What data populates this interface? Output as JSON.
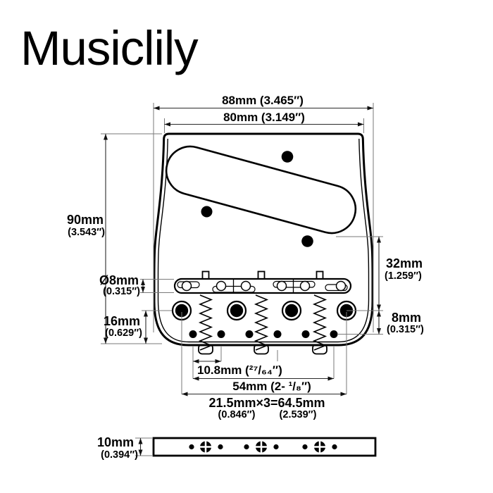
{
  "brand": {
    "logo": "Musiclily"
  },
  "colors": {
    "ink": "#000000",
    "dimension_line": "#2a2a2a",
    "extension_line": "#7a7a7a",
    "background": "#ffffff"
  },
  "dims": {
    "overall_width": "88mm (3.465″)",
    "top_width": "80mm (3.149″)",
    "height_mm": "90mm",
    "height_in": "(3.543″)",
    "hole_dia_mm": "Ø8mm",
    "hole_dia_in": "(0.315″)",
    "ferrule_mm": "16mm",
    "ferrule_in": "(0.629″)",
    "pickup_saddle_mm": "32mm",
    "pickup_saddle_in": "(1.259″)",
    "ferrule_string_mm": "8mm",
    "ferrule_string_in": "(0.315″)",
    "string_spacing": "10.8mm (²⁷/₆₄″)",
    "string_spread": "54mm (2- ¹/₈″)",
    "screw_spacing": "21.5mm×3=64.5mm",
    "screw_spacing_in1": "(0.846″)",
    "screw_spacing_in2": "(2.539″)",
    "thickness_mm": "10mm",
    "thickness_in": "(0.394″)"
  }
}
